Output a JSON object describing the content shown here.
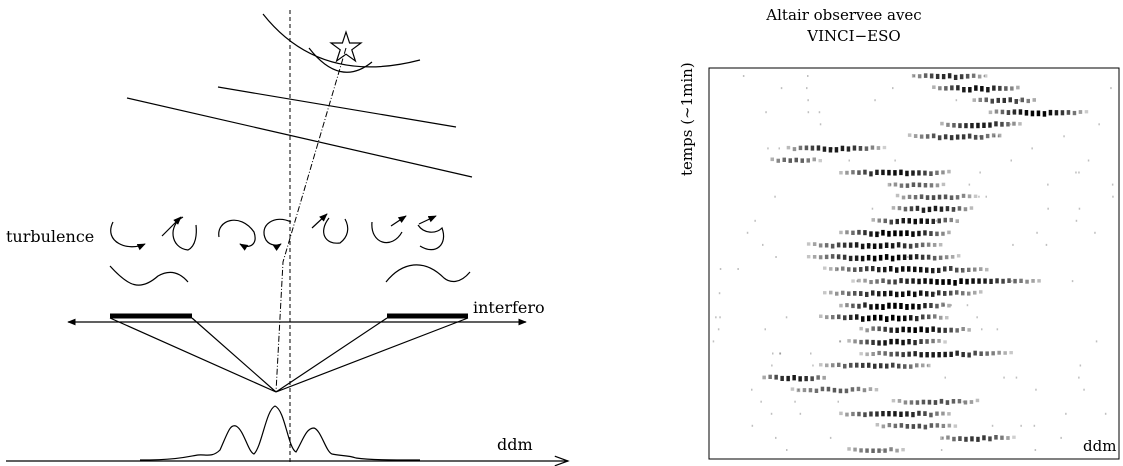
{
  "left_panel": {
    "label_turbulence": "turbulence",
    "label_interfero": "interfero",
    "label_ddm": "ddm"
  },
  "right_panel": {
    "title_line1": "Altair observee avec",
    "title_line2": "VINCI−ESO",
    "ylabel": "temps (~1min)",
    "xlabel": "ddm",
    "fringe_rows": [
      {
        "center": 0.58,
        "width": 0.2,
        "strength": 0.75
      },
      {
        "center": 0.65,
        "width": 0.24,
        "strength": 0.85
      },
      {
        "center": 0.72,
        "width": 0.18,
        "strength": 0.7
      },
      {
        "center": 0.8,
        "width": 0.26,
        "strength": 0.9
      },
      {
        "center": 0.66,
        "width": 0.22,
        "strength": 0.8
      },
      {
        "center": 0.6,
        "width": 0.26,
        "strength": 0.7
      },
      {
        "center": 0.3,
        "width": 0.26,
        "strength": 0.8
      },
      {
        "center": 0.2,
        "width": 0.14,
        "strength": 0.55
      },
      {
        "center": 0.45,
        "width": 0.3,
        "strength": 0.85
      },
      {
        "center": 0.5,
        "width": 0.16,
        "strength": 0.55
      },
      {
        "center": 0.55,
        "width": 0.22,
        "strength": 0.6
      },
      {
        "center": 0.54,
        "width": 0.22,
        "strength": 0.8
      },
      {
        "center": 0.5,
        "width": 0.24,
        "strength": 0.85
      },
      {
        "center": 0.45,
        "width": 0.3,
        "strength": 0.95
      },
      {
        "center": 0.4,
        "width": 0.36,
        "strength": 0.85
      },
      {
        "center": 0.42,
        "width": 0.4,
        "strength": 0.9
      },
      {
        "center": 0.48,
        "width": 0.44,
        "strength": 0.85
      },
      {
        "center": 0.58,
        "width": 0.5,
        "strength": 0.9
      },
      {
        "center": 0.47,
        "width": 0.42,
        "strength": 0.85
      },
      {
        "center": 0.45,
        "width": 0.3,
        "strength": 1.0
      },
      {
        "center": 0.42,
        "width": 0.34,
        "strength": 0.95
      },
      {
        "center": 0.5,
        "width": 0.3,
        "strength": 0.9
      },
      {
        "center": 0.45,
        "width": 0.26,
        "strength": 0.85
      },
      {
        "center": 0.55,
        "width": 0.4,
        "strength": 0.8
      },
      {
        "center": 0.4,
        "width": 0.3,
        "strength": 0.7
      },
      {
        "center": 0.2,
        "width": 0.18,
        "strength": 0.8
      },
      {
        "center": 0.3,
        "width": 0.24,
        "strength": 0.55
      },
      {
        "center": 0.55,
        "width": 0.24,
        "strength": 0.6
      },
      {
        "center": 0.45,
        "width": 0.3,
        "strength": 0.8
      },
      {
        "center": 0.5,
        "width": 0.22,
        "strength": 0.6
      },
      {
        "center": 0.65,
        "width": 0.2,
        "strength": 0.7
      },
      {
        "center": 0.4,
        "width": 0.16,
        "strength": 0.5
      }
    ]
  }
}
